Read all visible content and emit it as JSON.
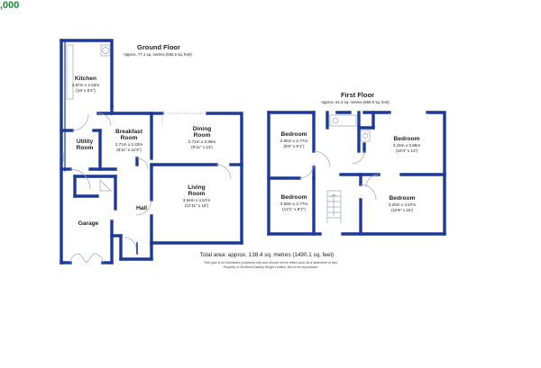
{
  "header": {
    "price_fragment": ",000"
  },
  "ground_floor": {
    "title": "Ground Floor",
    "area": "Approx. 77.1 sq. metres (830.2 sq. feet)",
    "rooms": [
      {
        "name": "Kitchen",
        "dims": [
          "4.87m x 2.53m",
          "(16' x 8'4\")"
        ]
      },
      {
        "name": "Utility",
        "sub": "Room"
      },
      {
        "name": "Breakfast",
        "sub": "Room",
        "dims": [
          "2.71m x 3.43m",
          "(8'11\" x 11'3\")"
        ]
      },
      {
        "name": "Dining",
        "sub": "Room",
        "dims": [
          "2.71m x 3.96m",
          "(8'11\" x 13')"
        ]
      },
      {
        "name": "Living",
        "sub": "Room",
        "dims": [
          "3.64m x 4.57m",
          "(11'11\" x 15')"
        ]
      },
      {
        "name": "Hall"
      },
      {
        "name": "Garage"
      }
    ]
  },
  "first_floor": {
    "title": "First Floor",
    "area": "Approx. 61.3 sq. metres (659.9 sq. feet)",
    "rooms": [
      {
        "name": "Bedroom",
        "dims": [
          "2.65m x 2.77m",
          "(8'8\" x 9'1\")"
        ]
      },
      {
        "name": "Bedroom",
        "dims": [
          "3.15m x 3.96m",
          "(10'4\" x 13')"
        ]
      },
      {
        "name": "Bedroom",
        "dims": [
          "3.69m x 2.77m",
          "(12'1\" x 9'1\")"
        ]
      },
      {
        "name": "Bedroom",
        "dims": [
          "3.20m x 4.57m",
          "(10'6\" x 15')"
        ]
      }
    ]
  },
  "footer": {
    "total": "Total area: approx. 138.4 sq. metres (1490.1 sq. feet)",
    "disclaimer_1": "This plan is for illustration purposes only and should not be relied upon as a statement of fact",
    "disclaimer_2": "Property of Stratford-Dawley Knight Limited. Not to be reproduced"
  },
  "colors": {
    "wall": "#1c3a96",
    "price": "#1a8a3a",
    "floor": "#ffffff",
    "fixture": "#9aa6b4"
  }
}
